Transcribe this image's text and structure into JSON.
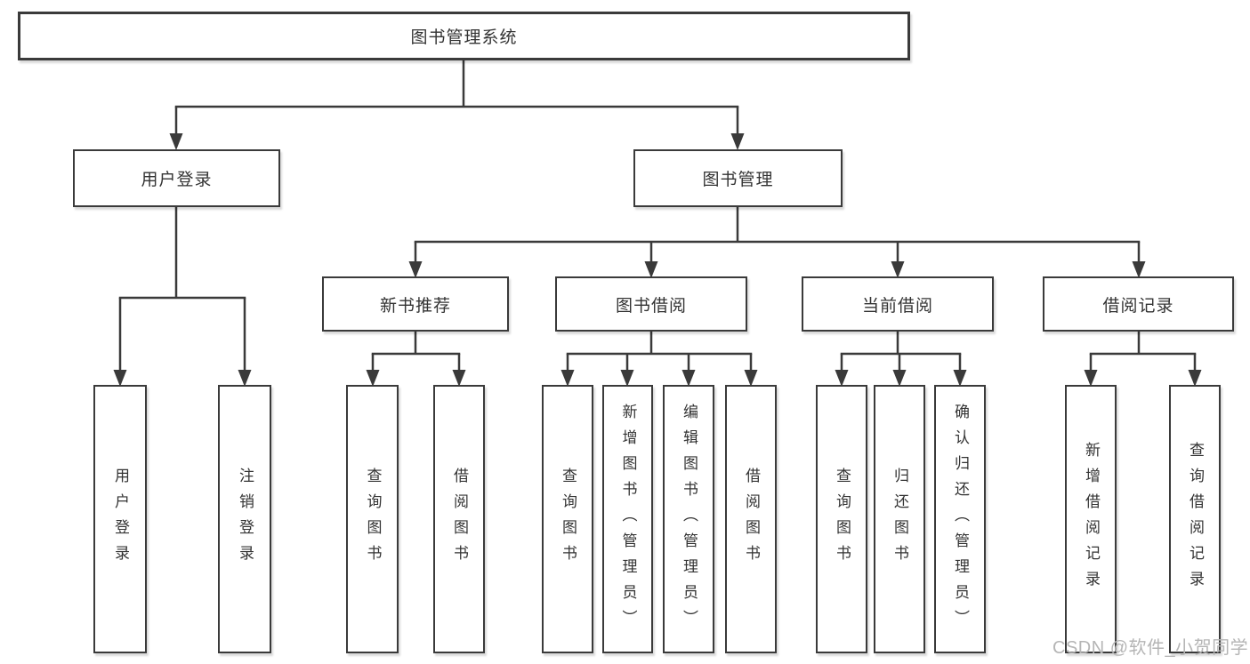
{
  "tree": {
    "root": {
      "label": "图书管理系统"
    },
    "branches": [
      {
        "label": "用户登录",
        "children": [
          {
            "label": "用户登录"
          },
          {
            "label": "注销登录"
          }
        ]
      },
      {
        "label": "图书管理",
        "children": [
          {
            "label": "新书推荐",
            "children": [
              {
                "label": "查询图书"
              },
              {
                "label": "借阅图书"
              }
            ]
          },
          {
            "label": "图书借阅",
            "children": [
              {
                "label": "查询图书"
              },
              {
                "label": "新增图书（管理员）"
              },
              {
                "label": "编辑图书（管理员）"
              },
              {
                "label": "借阅图书"
              }
            ]
          },
          {
            "label": "当前借阅",
            "children": [
              {
                "label": "查询图书"
              },
              {
                "label": "归还图书"
              },
              {
                "label": "确认归还（管理员）"
              }
            ]
          },
          {
            "label": "借阅记录",
            "children": [
              {
                "label": "新增借阅记录"
              },
              {
                "label": "查询借阅记录"
              }
            ]
          }
        ]
      }
    ]
  },
  "watermark": {
    "text": "CSDN @软件_小贺同学"
  },
  "colors": {
    "ink": "#3a3a3a",
    "text": "#333333",
    "box_bg": "#ffffff",
    "watermark": "#b5b5b5"
  }
}
